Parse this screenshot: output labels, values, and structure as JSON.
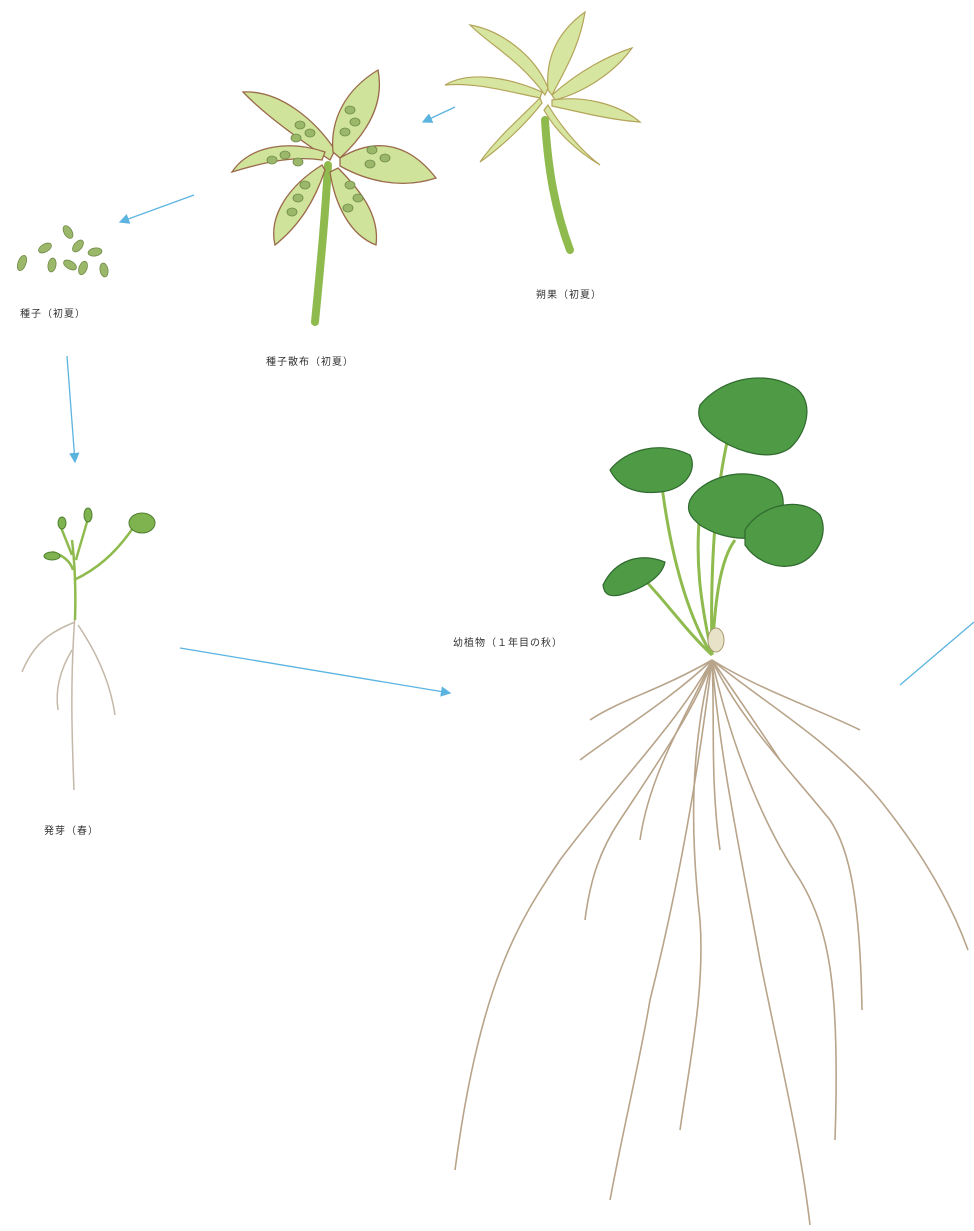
{
  "labels": {
    "capsule": "朔果（初夏）",
    "seed_dispersal": "種子散布（初夏）",
    "seeds": "種子（初夏）",
    "germination": "発芽（春）",
    "seedling": "幼植物（１年目の秋）"
  },
  "colors": {
    "arrow": "#5bb3e0",
    "leaf_light": "#d6e6a0",
    "leaf_dark": "#3f8f3f",
    "seed": "#9bb86a",
    "root": "#b8a48a",
    "stem": "#8fbb4e"
  },
  "icons": {
    "capsule": "capsule-closed-icon",
    "dispersal": "capsule-open-icon",
    "seeds": "seed-cluster-icon",
    "germination": "sprout-icon",
    "seedling": "young-plant-icon"
  }
}
